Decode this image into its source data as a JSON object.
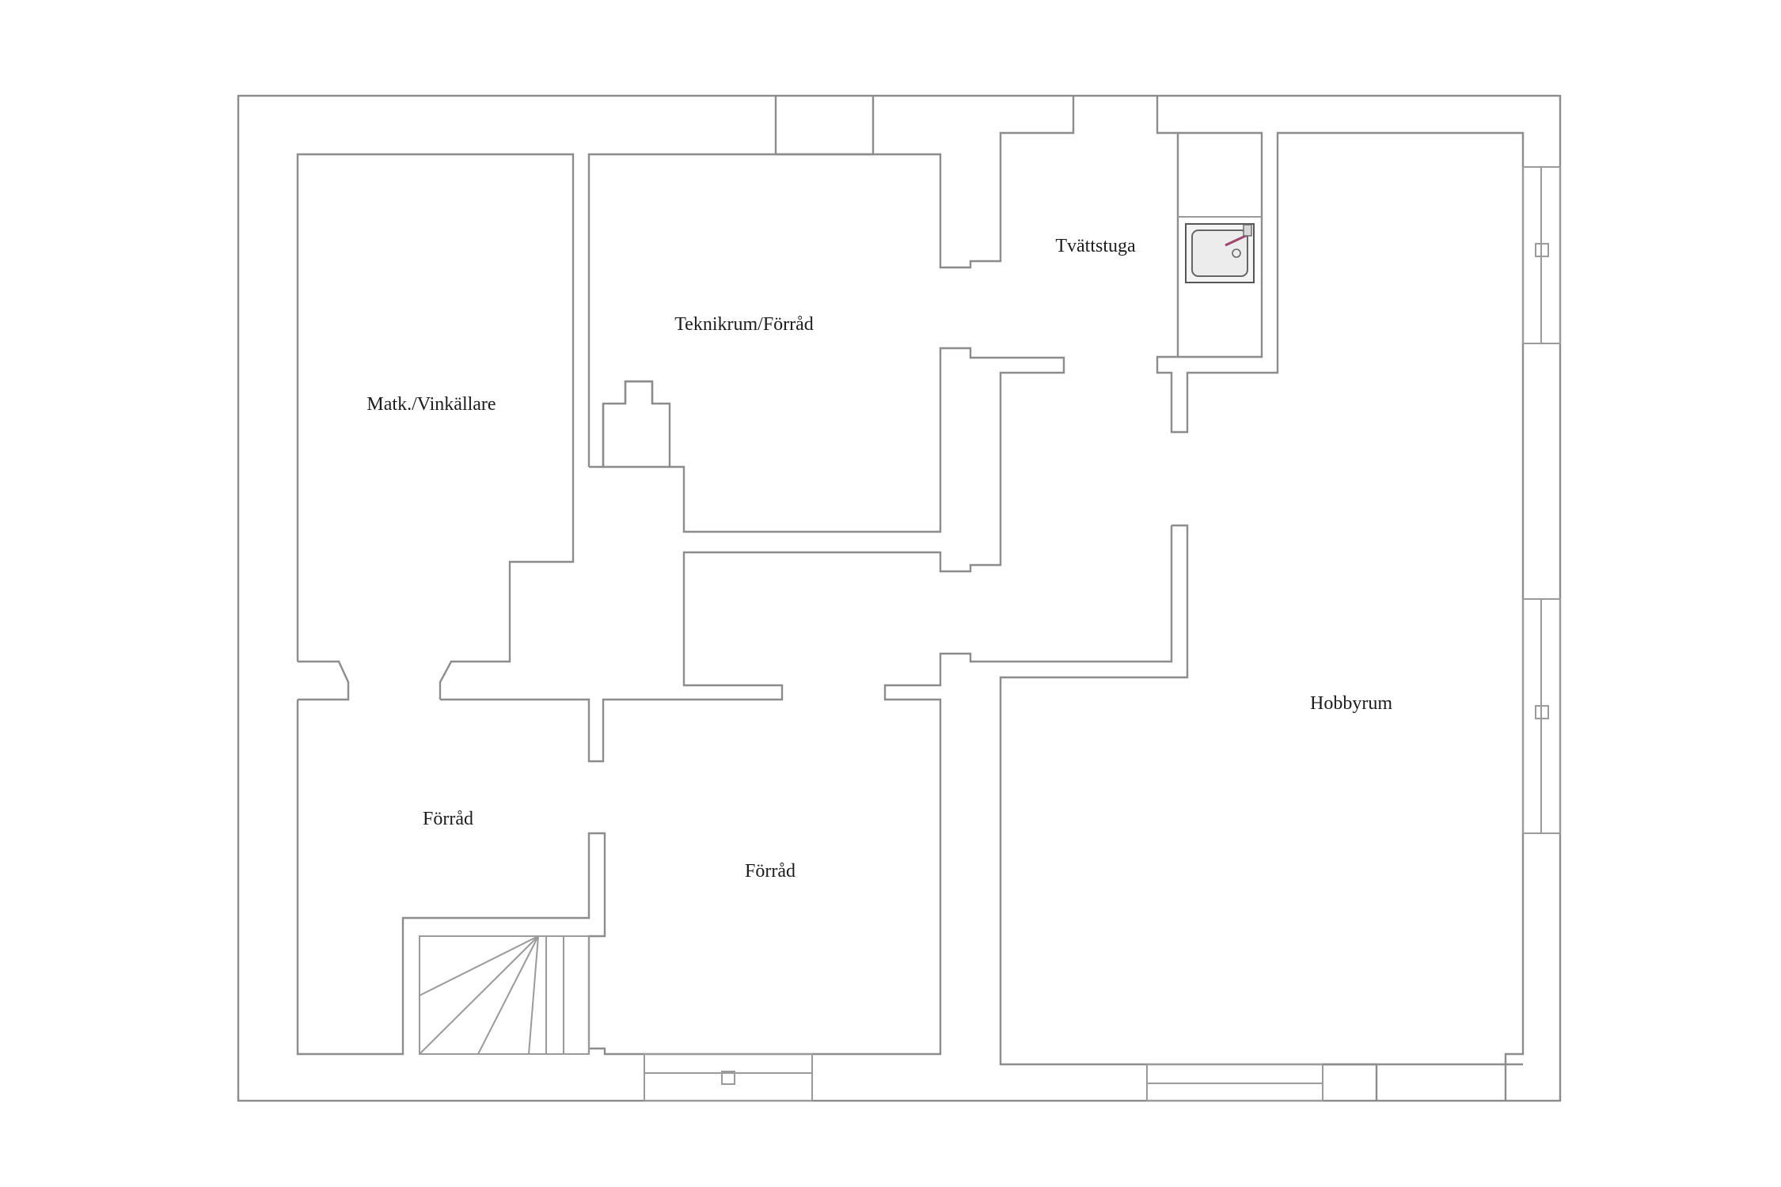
{
  "rooms": {
    "matk": "Matk./Vinkällare",
    "teknik": "Teknikrum/Förråd",
    "tvatt": "Tvättstuga",
    "hobby": "Hobbyrum",
    "forrad_left": "Förråd",
    "forrad_center": "Förråd"
  },
  "fixtures": {
    "sink_icon": "sink-icon",
    "stairs_icon": "stairs-icon",
    "chimney_icon": "chimney-icon"
  }
}
